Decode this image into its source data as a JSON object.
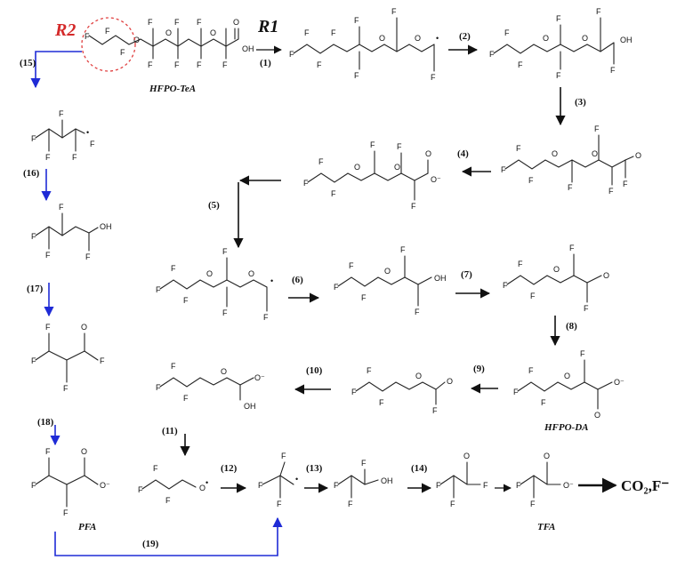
{
  "branch_labels": {
    "r1": "R1",
    "r2": "R2"
  },
  "compound_names": {
    "hfpo_tea": "HFPO-TeA",
    "hfpo_da": "HFPO-DA",
    "pfa": "PFA",
    "tfa": "TFA"
  },
  "final_products": "CO₂,F⁻",
  "steps": [
    "(1)",
    "(2)",
    "(3)",
    "(4)",
    "(5)",
    "(6)",
    "(7)",
    "(8)",
    "(9)",
    "(10)",
    "(11)",
    "(12)",
    "(13)",
    "(14)",
    "(15)",
    "(16)",
    "(17)",
    "(18)",
    "(19)"
  ],
  "atoms": {
    "F": "F",
    "O": "O",
    "OH": "OH",
    "O_minus": "O⁻",
    "dot": "•"
  },
  "colors": {
    "black_path": "#111111",
    "blue_path": "#1f2bd6",
    "r2_label": "#d42a2a",
    "cleavage_circle": "#e04040"
  }
}
